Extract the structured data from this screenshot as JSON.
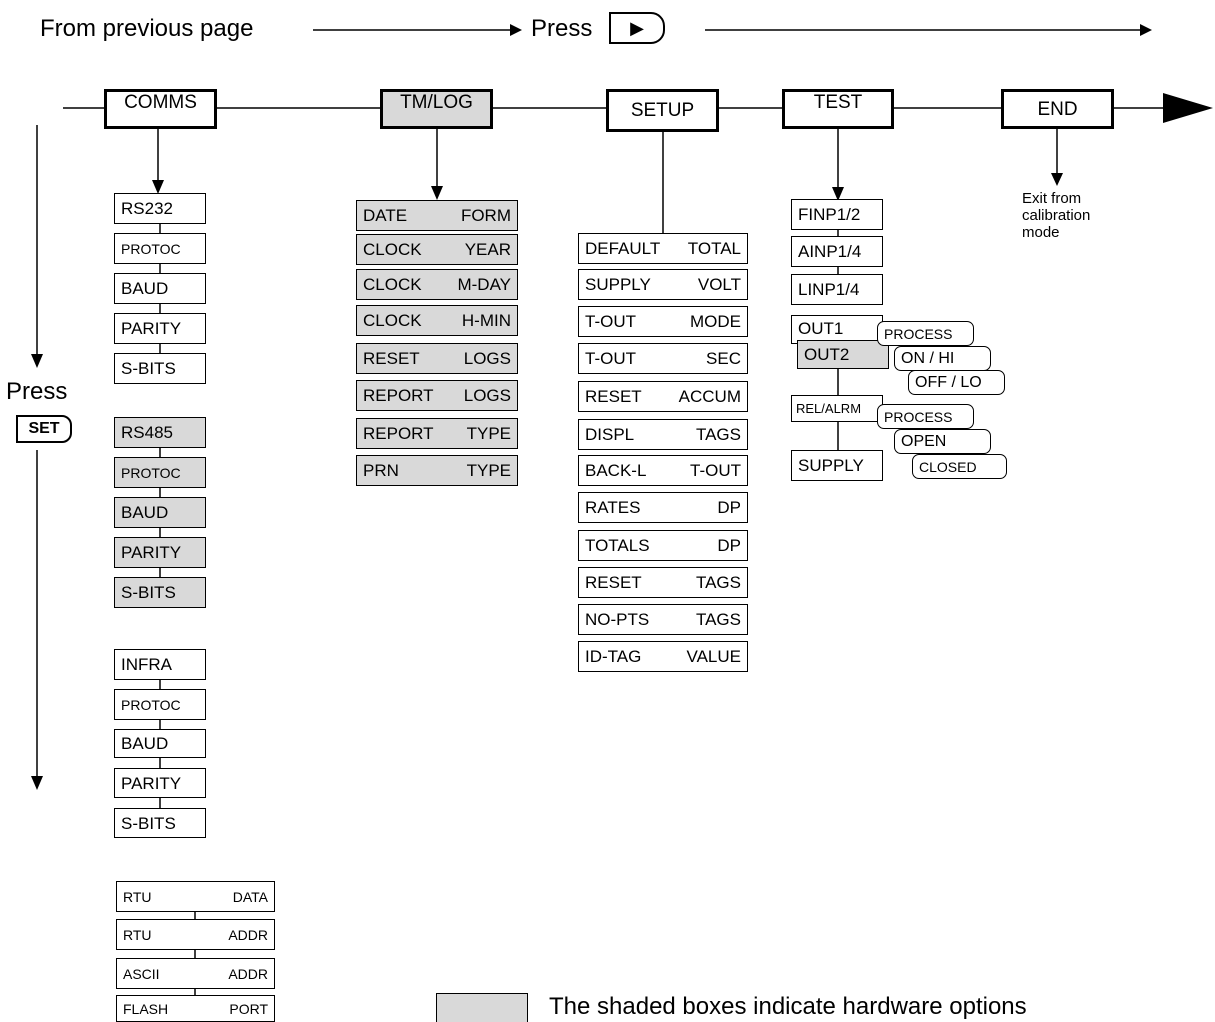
{
  "nav": {
    "from_previous": "From previous page",
    "press_top": "Press",
    "press_left": "Press",
    "set_key": "SET",
    "play_glyph": "▶"
  },
  "main_menu": [
    "COMMS",
    "TM/LOG",
    "SETUP",
    "TEST",
    "END"
  ],
  "end_note": [
    "Exit from",
    "calibration",
    "mode"
  ],
  "comms": {
    "rs232": [
      "RS232",
      "PROTOC",
      "BAUD",
      "PARITY",
      "S-BITS"
    ],
    "rs485": [
      "RS485",
      "PROTOC",
      "BAUD",
      "PARITY",
      "S-BITS"
    ],
    "infra": [
      "INFRA",
      "PROTOC",
      "BAUD",
      "PARITY",
      "S-BITS"
    ],
    "rtu": [
      {
        "left": "RTU",
        "right": "DATA"
      },
      {
        "left": "RTU",
        "right": "ADDR"
      },
      {
        "left": "ASCII",
        "right": "ADDR"
      },
      {
        "left": "FLASH",
        "right": "PORT"
      }
    ]
  },
  "tmlog": [
    {
      "left": "DATE",
      "right": "FORM"
    },
    {
      "left": "CLOCK",
      "right": "YEAR"
    },
    {
      "left": "CLOCK",
      "right": "M-DAY"
    },
    {
      "left": "CLOCK",
      "right": "H-MIN"
    },
    {
      "left": "RESET",
      "right": "LOGS"
    },
    {
      "left": "REPORT",
      "right": "LOGS"
    },
    {
      "left": "REPORT",
      "right": "TYPE"
    },
    {
      "left": "PRN",
      "right": "TYPE"
    }
  ],
  "setup": [
    {
      "left": "DEFAULT",
      "right": "TOTAL"
    },
    {
      "left": "SUPPLY",
      "right": "VOLT"
    },
    {
      "left": "T-OUT",
      "right": "MODE"
    },
    {
      "left": "T-OUT",
      "right": "SEC"
    },
    {
      "left": "RESET",
      "right": "ACCUM"
    },
    {
      "left": "DISPL",
      "right": "TAGS"
    },
    {
      "left": "BACK-L",
      "right": "T-OUT"
    },
    {
      "left": "RATES",
      "right": "DP"
    },
    {
      "left": "TOTALS",
      "right": "DP"
    },
    {
      "left": "RESET",
      "right": "TAGS"
    },
    {
      "left": "NO-PTS",
      "right": "TAGS"
    },
    {
      "left": "ID-TAG",
      "right": "VALUE"
    }
  ],
  "test": {
    "items": [
      "FINP1/2",
      "AINP1/4",
      "LINP1/4",
      "OUT1",
      "OUT2",
      "REL/ALRM",
      "SUPPLY"
    ],
    "out_options": [
      "PROCESS",
      "ON / HI",
      "OFF / LO"
    ],
    "rel_options": [
      "PROCESS",
      "OPEN",
      "CLOSED"
    ]
  },
  "legend": "The shaded boxes indicate hardware options",
  "colors": {
    "shaded": "#d9d9d9",
    "line": "#000000"
  }
}
